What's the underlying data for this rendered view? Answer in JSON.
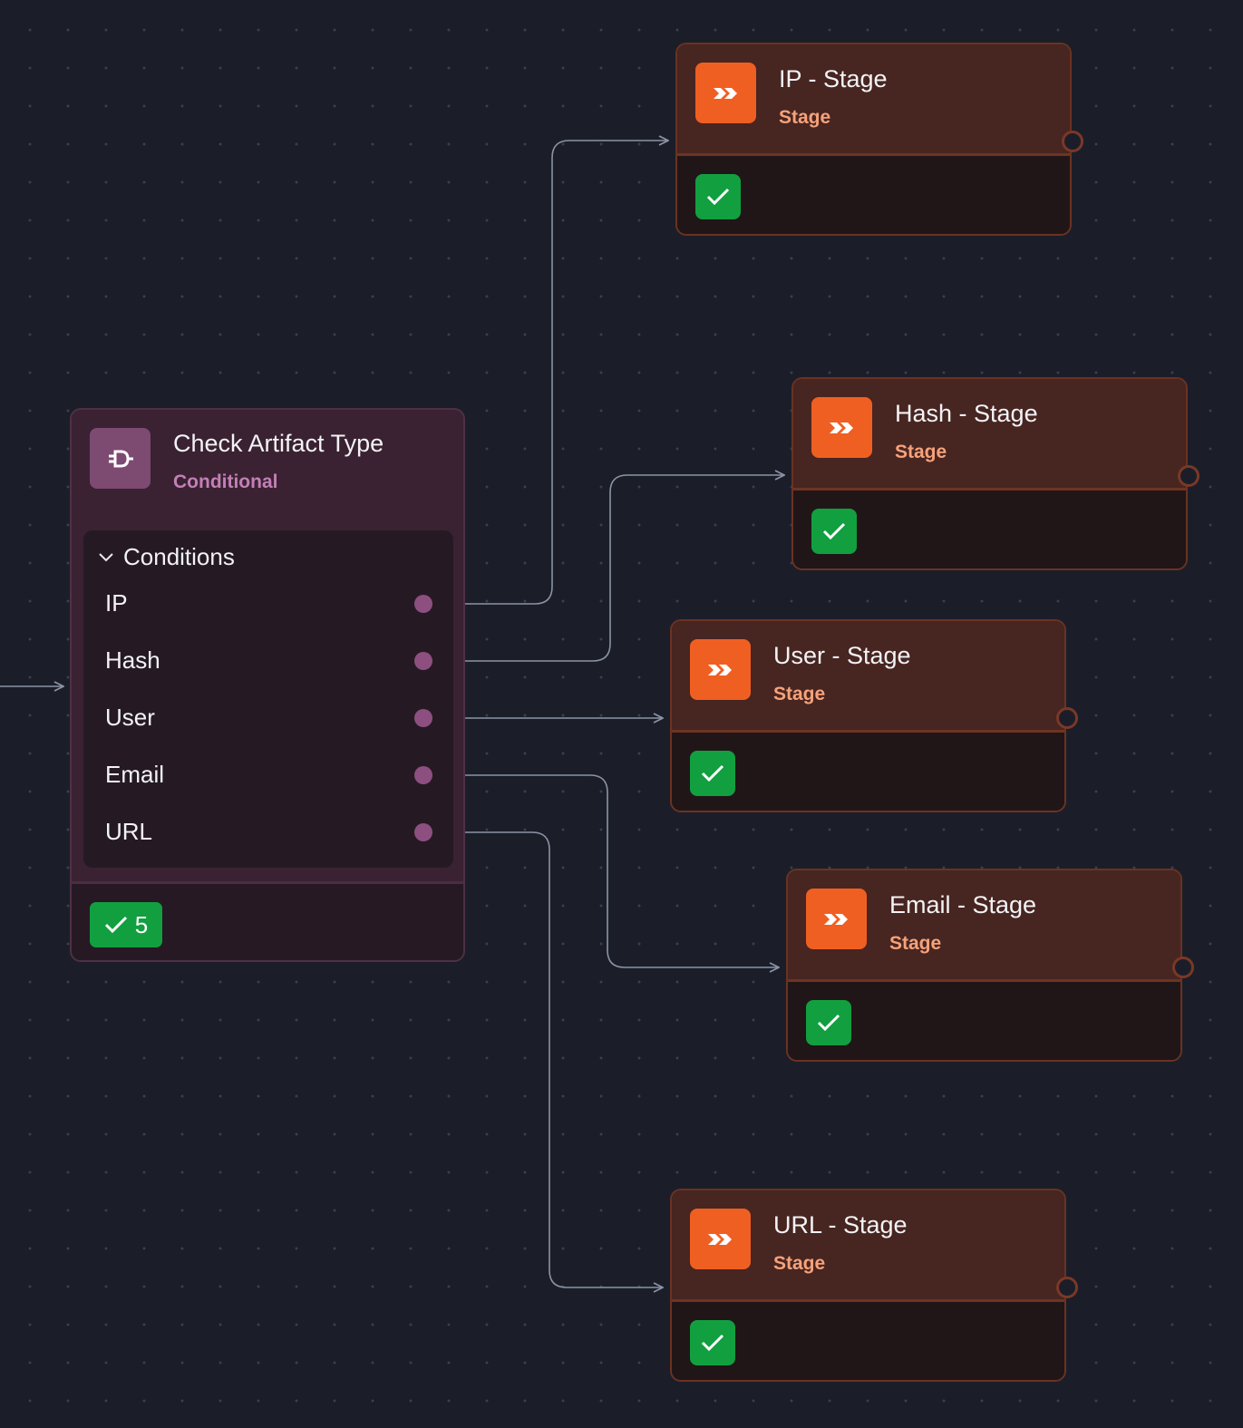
{
  "canvas": {
    "background": "#1b1e29",
    "edge_color": "#8b93a5"
  },
  "conditional_node": {
    "title": "Check Artifact Type",
    "subtitle": "Conditional",
    "icon": "plug-icon",
    "accent": "#7d4a72",
    "conditions_label": "Conditions",
    "conditions": [
      "IP",
      "Hash",
      "User",
      "Email",
      "URL"
    ],
    "passed_count": "5"
  },
  "stages": [
    {
      "title": "IP - Stage",
      "subtitle": "Stage",
      "icon": "double-chevron-icon",
      "status": "check-icon"
    },
    {
      "title": "Hash - Stage",
      "subtitle": "Stage",
      "icon": "double-chevron-icon",
      "status": "check-icon"
    },
    {
      "title": "User - Stage",
      "subtitle": "Stage",
      "icon": "double-chevron-icon",
      "status": "check-icon"
    },
    {
      "title": "Email - Stage",
      "subtitle": "Stage",
      "icon": "double-chevron-icon",
      "status": "check-icon"
    },
    {
      "title": "URL - Stage",
      "subtitle": "Stage",
      "icon": "double-chevron-icon",
      "status": "check-icon"
    }
  ],
  "colors": {
    "stage_accent": "#f05f22",
    "success": "#129f40",
    "stage_subtitle": "#f6a27a",
    "conditional_subtitle": "#c47fb7"
  }
}
